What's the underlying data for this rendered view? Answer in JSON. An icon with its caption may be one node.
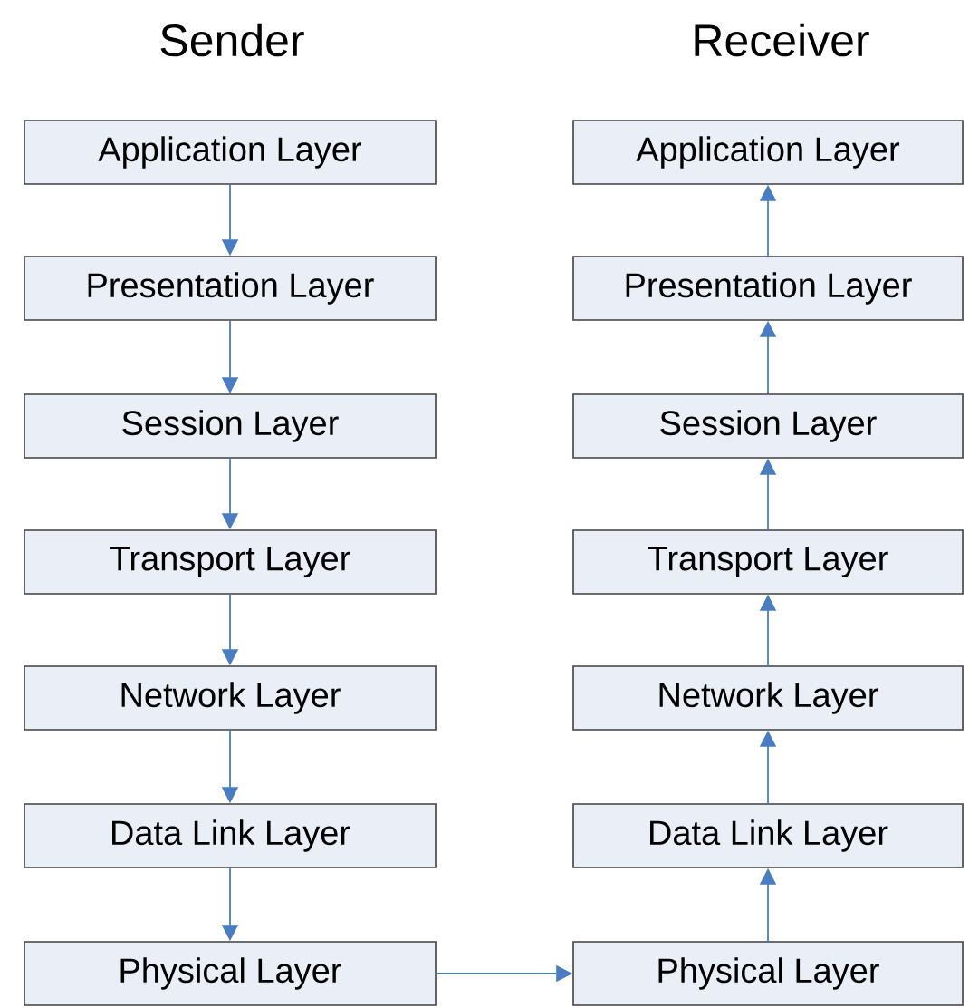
{
  "diagram": {
    "nodes": [
      {
        "text": [
          "Application Layer"
        ]
      },
      {
        "text": [
          "Presentation Layer"
        ]
      },
      {
        "text": [
          "Session Layer"
        ]
      },
      {
        "text": [
          "Transport Layer"
        ]
      },
      {
        "text": [
          "Network Layer"
        ]
      },
      {
        "text": [
          "Data Link Layer"
        ]
      },
      {
        "text": [
          "Physical Layer"
        ]
      },
      {
        "text": [
          "Application Layer"
        ]
      },
      {
        "text": [
          "Presentation Layer"
        ]
      },
      {
        "text": [
          "Session Layer"
        ]
      },
      {
        "text": [
          "Transport Layer"
        ]
      },
      {
        "text": [
          "Network Layer"
        ]
      },
      {
        "text": [
          "Data Link Layer"
        ]
      },
      {
        "text": [
          "Physical Layer"
        ]
      }
    ],
    "edges": [
      {
        "from": 0,
        "to": 1,
        "arrow": "to"
      },
      {
        "from": 1,
        "to": 2,
        "arrow": "to"
      },
      {
        "from": 2,
        "to": 3,
        "arrow": "to"
      },
      {
        "from": 3,
        "to": 4,
        "arrow": "to"
      },
      {
        "from": 4,
        "to": 5,
        "arrow": "to"
      },
      {
        "from": 5,
        "to": 6,
        "arrow": "to"
      },
      {
        "from": 6,
        "to": 13,
        "arrow": "to"
      },
      {
        "from": 13,
        "to": 12,
        "arrow": "to"
      },
      {
        "from": 12,
        "to": 11,
        "arrow": "to"
      },
      {
        "from": 11,
        "to": 10,
        "arrow": "to"
      },
      {
        "from": 10,
        "to": 9,
        "arrow": "to"
      },
      {
        "from": 9,
        "to": 8,
        "arrow": "to"
      },
      {
        "from": 8,
        "to": 7,
        "arrow": "to"
      }
    ],
    "labels": [
      "Sender",
      "Receiver"
    ]
  }
}
